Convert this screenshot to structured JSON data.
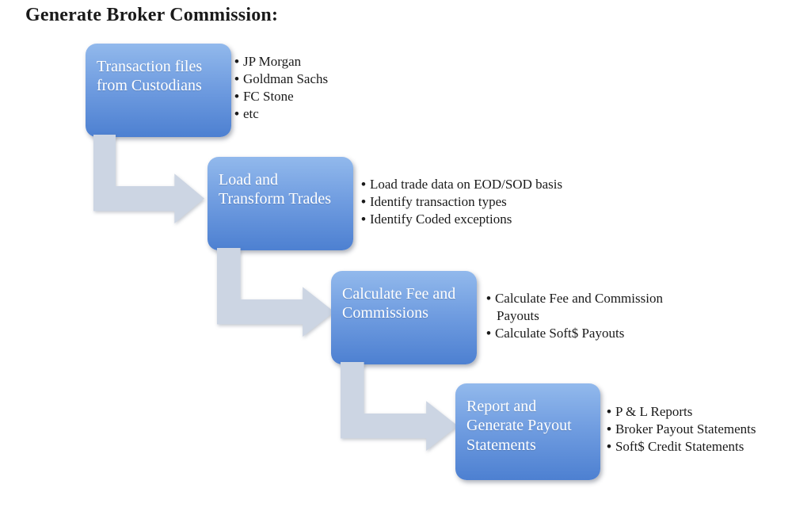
{
  "title": "Generate Broker Commission:",
  "steps": [
    {
      "label": "Transaction files from Custodians",
      "bullets": [
        "JP Morgan",
        "Goldman Sachs",
        "FC Stone",
        "etc"
      ]
    },
    {
      "label": "Load and Transform Trades",
      "bullets": [
        "Load trade data on EOD/SOD basis",
        "Identify transaction types",
        "Identify Coded exceptions"
      ]
    },
    {
      "label": "Calculate Fee and Commissions",
      "bullets": [
        "Calculate Fee and Commission Payouts",
        "Calculate Soft$ Payouts"
      ]
    },
    {
      "label": "Report and Generate Payout Statements",
      "bullets": [
        "P & L Reports",
        "Broker Payout Statements",
        "Soft$ Credit Statements"
      ]
    }
  ],
  "colors": {
    "box_top": "#92b9ec",
    "box_mid": "#6f9ce0",
    "box_bottom": "#4d80d1",
    "arrow": "#ccd5e3",
    "text": "#1a1a1a",
    "box_text": "#ffffff",
    "bg": "#ffffff"
  }
}
